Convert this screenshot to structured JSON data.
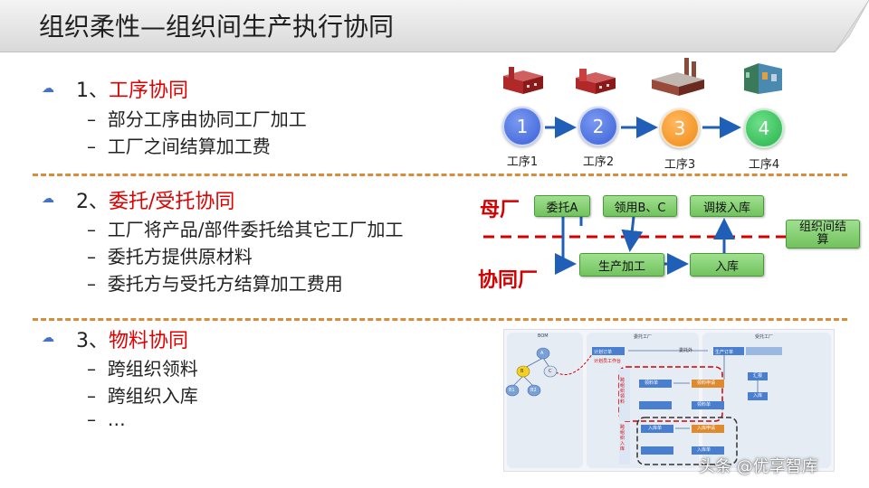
{
  "title": "组织柔性—组织间生产执行协同",
  "sections": [
    {
      "number": "1、",
      "heading": "工序协同",
      "items": [
        "部分工序由协同工厂加工",
        "工厂之间结算加工费"
      ]
    },
    {
      "number": "2、",
      "heading": "委托/受托协同",
      "items": [
        "工厂将产品/部件委托给其它工厂加工",
        "委托方提供原材料",
        "委托方与受托方结算加工费用"
      ]
    },
    {
      "number": "3、",
      "heading": "物料协同",
      "items": [
        "跨组织领料",
        "跨组织入库",
        "…"
      ]
    }
  ],
  "dash": "–",
  "process": {
    "steps": [
      {
        "num": "1",
        "label": "工序1",
        "color": "#3a5fd8"
      },
      {
        "num": "2",
        "label": "工序2",
        "color": "#3a5fd8"
      },
      {
        "num": "3",
        "label": "工序3",
        "color": "#f08a12"
      },
      {
        "num": "4",
        "label": "工序4",
        "color": "#27b24a"
      }
    ]
  },
  "consign": {
    "parent_label": "母厂",
    "partner_label": "协同厂",
    "boxes": {
      "consign_a": "委托A",
      "requisition": "领用B、C",
      "transfer_in": "调拨入库",
      "production": "生产加工",
      "warehousing": "入库",
      "settlement": "组织间结算"
    }
  },
  "material_diagram": {
    "col_headers": [
      "BOM",
      "委托工厂",
      "受托工厂"
    ],
    "nodes": {
      "a": "A",
      "b": "B",
      "c": "C",
      "b1": "B1",
      "b2": "B2"
    },
    "plan_order": "计划订单",
    "plan_order_note": "计划员工作台",
    "prod_order": "生产订单",
    "consign_note": "委托外",
    "side1": "跨组织领料",
    "side2": "跨组织入库",
    "req_bill": "领料单",
    "req_apply": "领料申请",
    "pick_bill": "领料单",
    "in_bill": "入库单",
    "in_apply": "入库申请",
    "in_bill2": "入库单",
    "report": "汇报",
    "store": "入库"
  },
  "watermark": "头条 @优享智库"
}
